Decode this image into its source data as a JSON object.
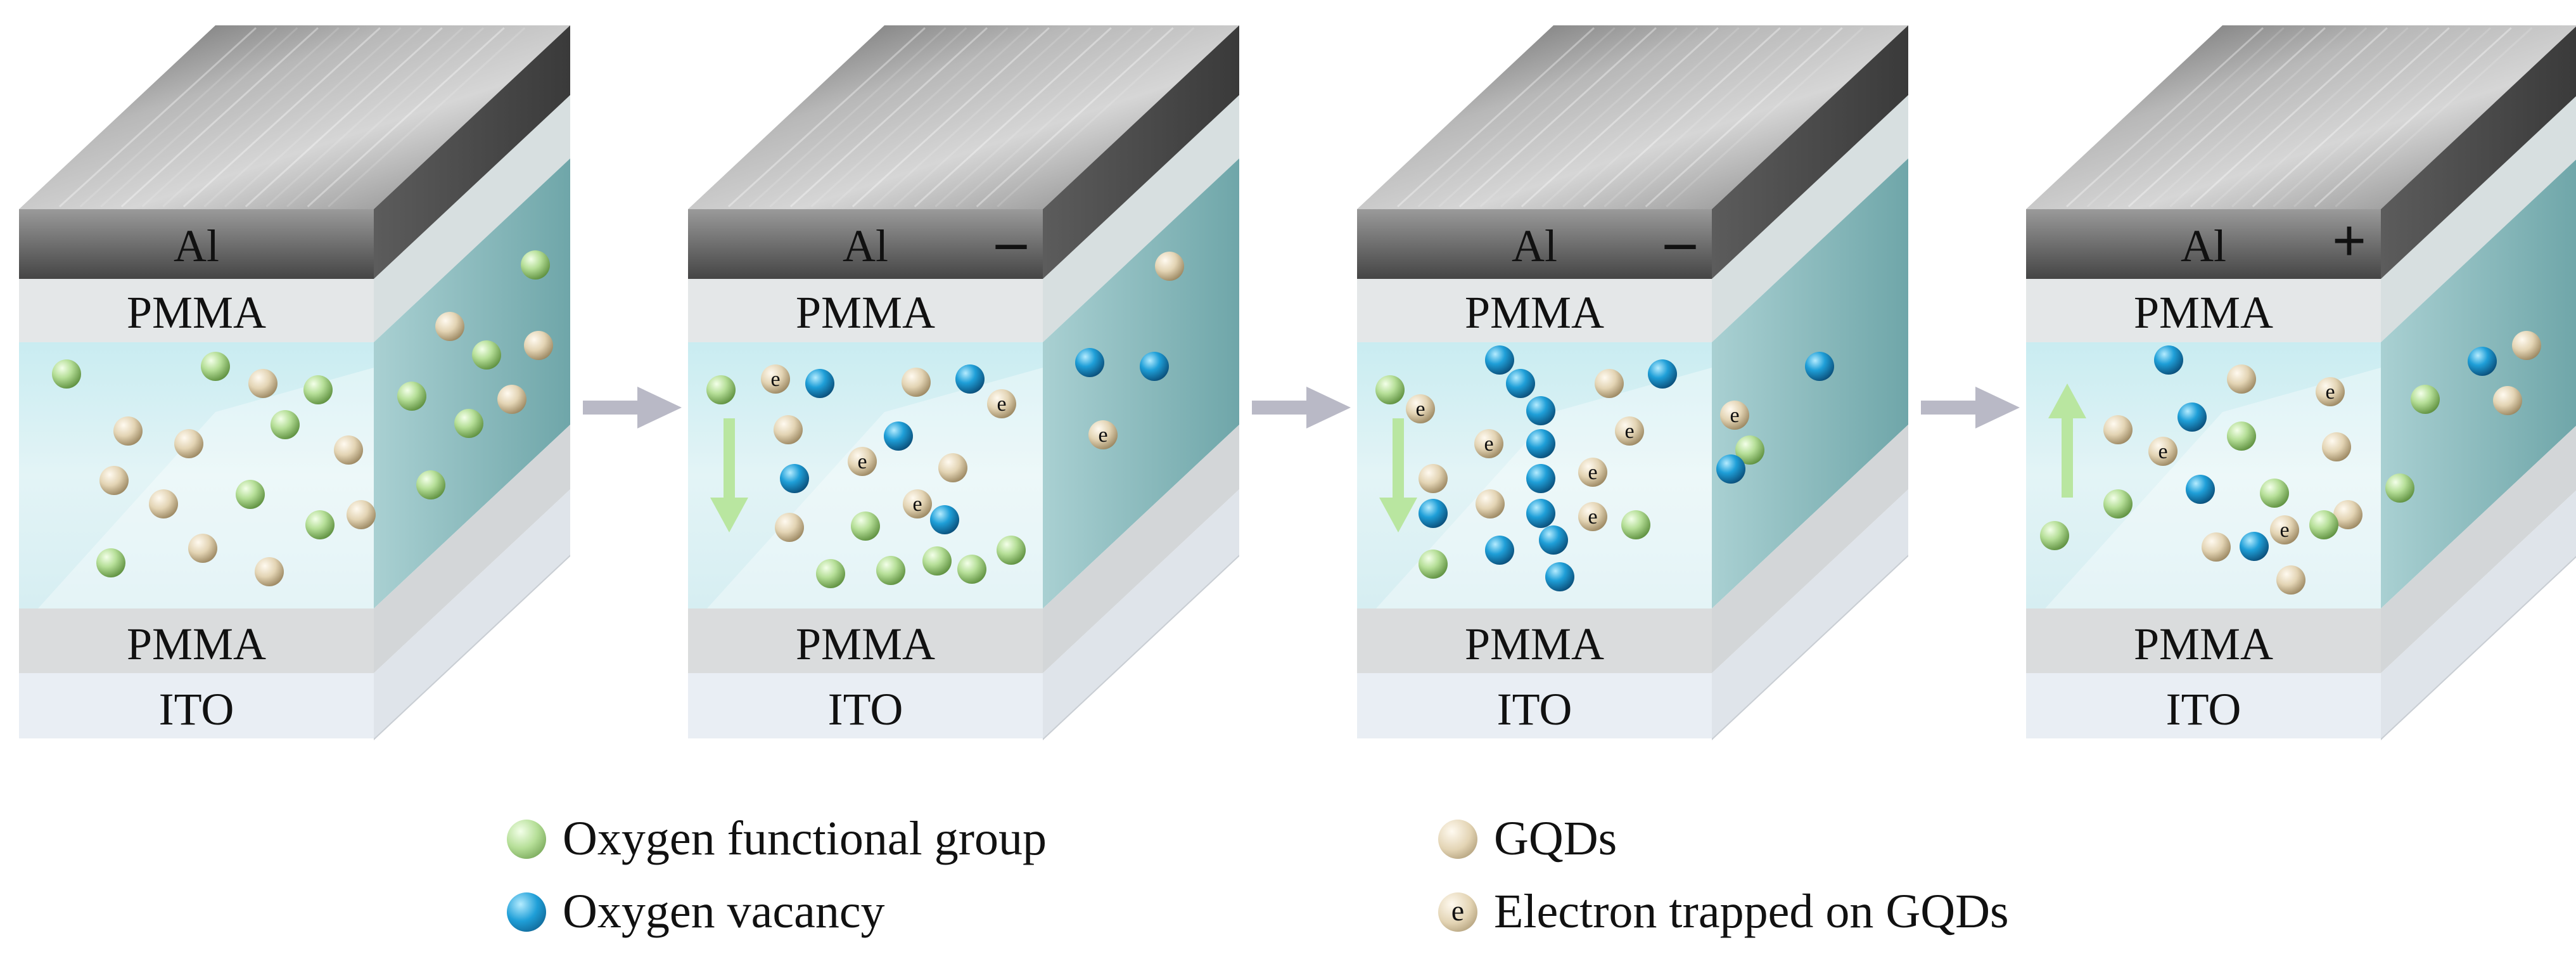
{
  "colors": {
    "oxygen_functional_group": "#a9d98a",
    "oxygen_vacancy": "#1b8fc8",
    "gqd": "#e3d4b4",
    "electron_trapped_gqd": "#d9c7a3",
    "arrow": "#b9b9c6",
    "field_arrow": "#b9e6a0"
  },
  "layers": {
    "top_electrode": "Al",
    "top_dielectric": "PMMA",
    "bottom_dielectric": "PMMA",
    "bottom_electrode": "ITO"
  },
  "electron_symbol": "e",
  "cells": [
    {
      "polarity": "",
      "field_arrow": "none"
    },
    {
      "polarity": "–",
      "field_arrow": "down"
    },
    {
      "polarity": "–",
      "field_arrow": "down"
    },
    {
      "polarity": "+",
      "field_arrow": "up"
    }
  ],
  "legend": [
    {
      "kind": "oxygen_functional_group",
      "label": "Oxygen functional group"
    },
    {
      "kind": "oxygen_vacancy",
      "label": "Oxygen vacancy"
    },
    {
      "kind": "gqd",
      "label": "GQDs"
    },
    {
      "kind": "electron_trapped_gqd",
      "label": "Electron trapped on GQDs"
    }
  ]
}
